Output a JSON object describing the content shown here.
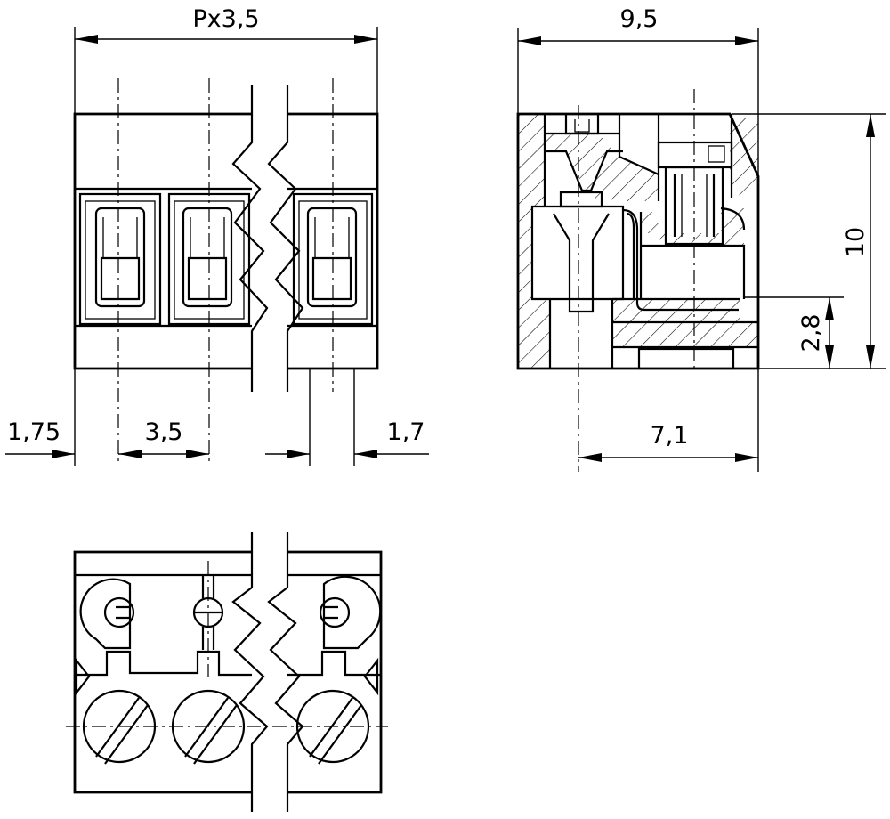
{
  "dimensions": {
    "pitch": "Px3,5",
    "depth": "9,5",
    "height": "10",
    "pin_height": "2,8",
    "edge_left": "1,75",
    "pin_pitch": "3,5",
    "edge_right": "1,7",
    "pin_depth": "7,1"
  }
}
